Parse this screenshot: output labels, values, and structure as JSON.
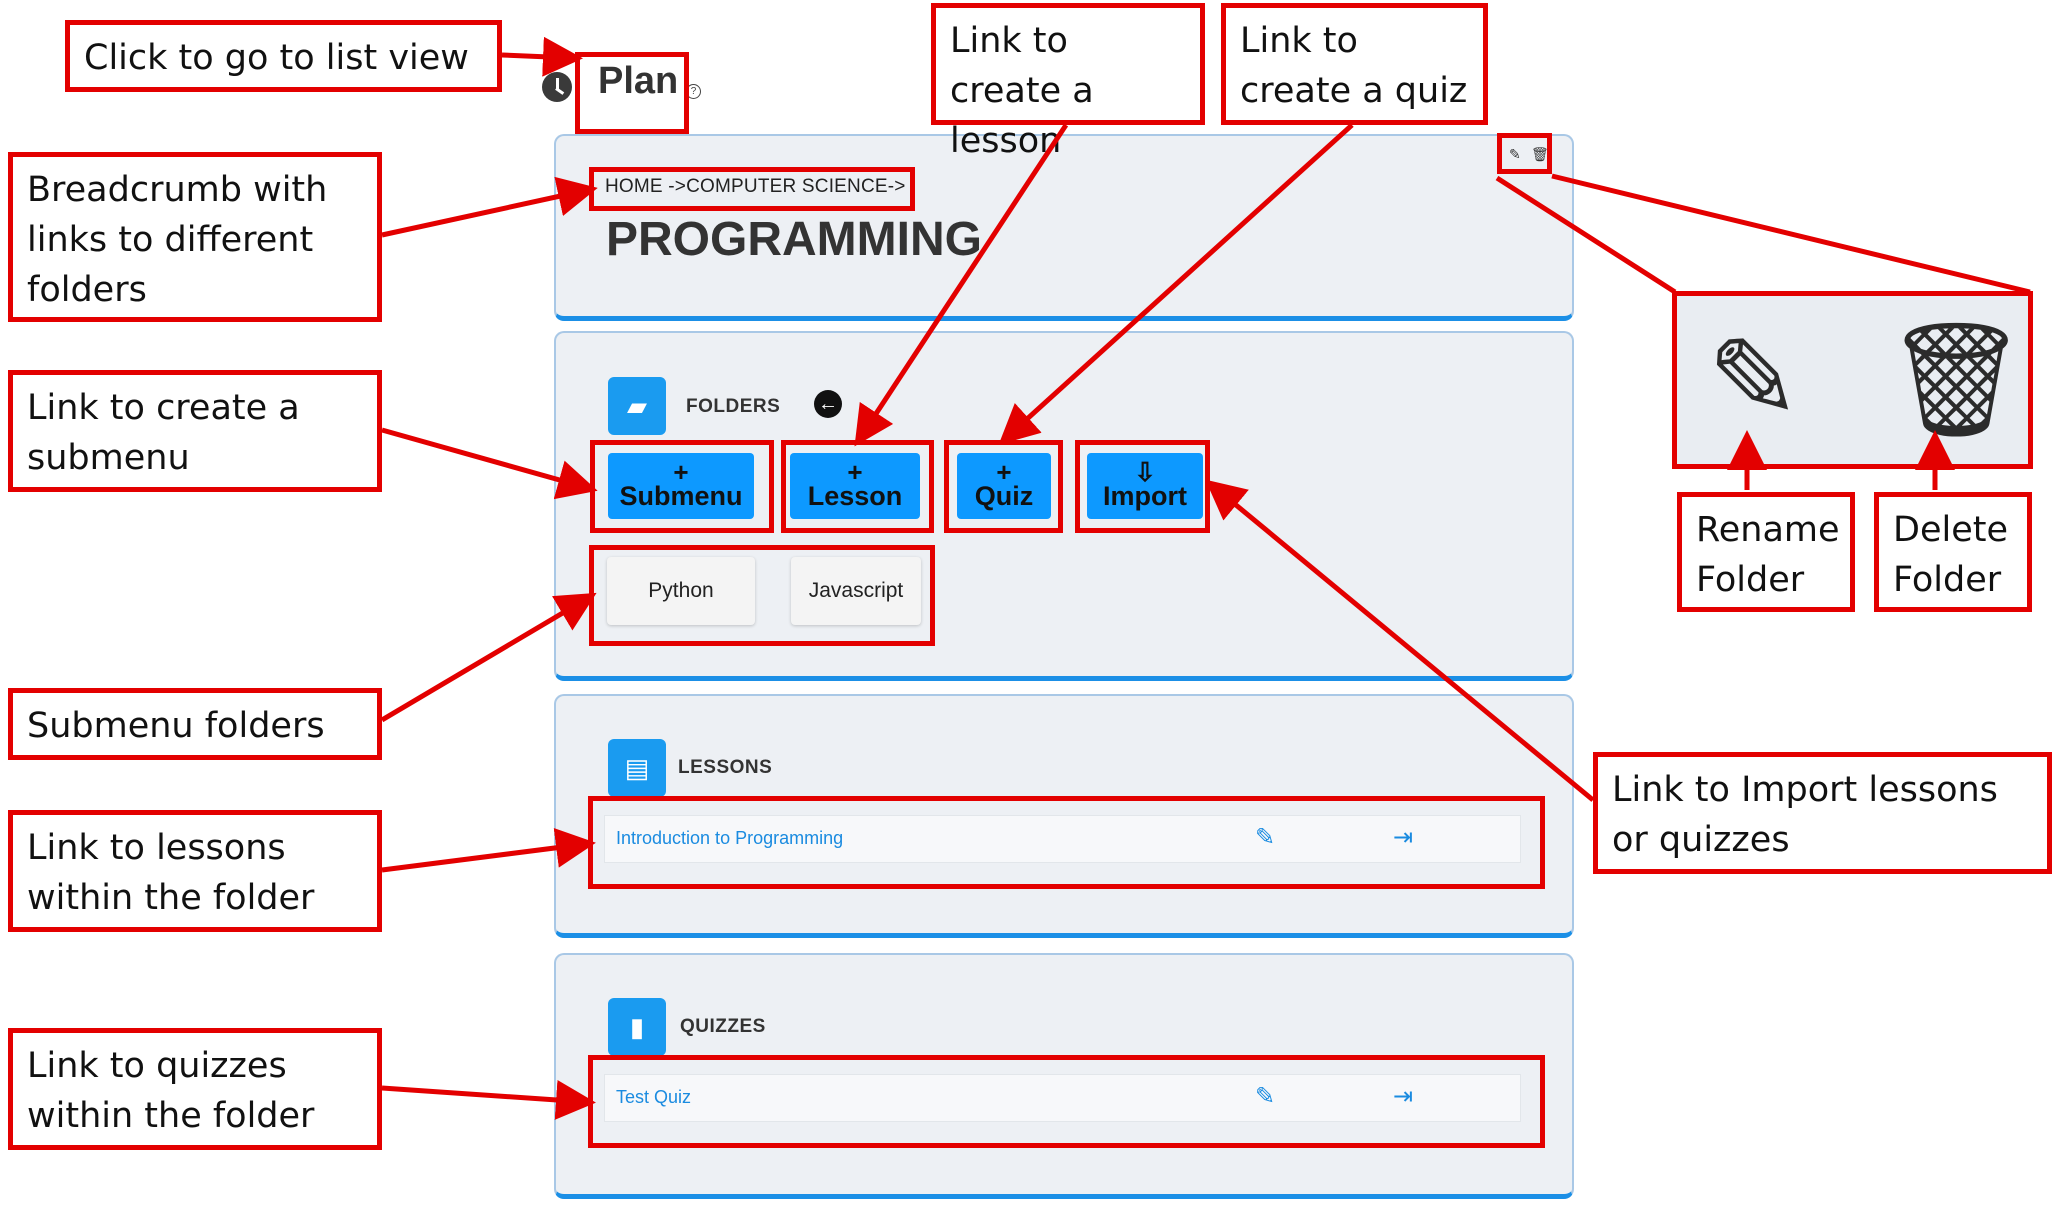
{
  "header": {
    "title": "Plan",
    "help": "?"
  },
  "folder": {
    "breadcrumb": "HOME ->COMPUTER SCIENCE->",
    "title": "PROGRAMMING"
  },
  "folders_section": {
    "label": "FOLDERS",
    "buttons": [
      {
        "plus": "+",
        "label": "Submenu"
      },
      {
        "plus": "+",
        "label": "Lesson"
      },
      {
        "plus": "+",
        "label": "Quiz"
      },
      {
        "plus": "⇩",
        "label": "Import"
      }
    ],
    "subfolders": [
      "Python",
      "Javascript"
    ]
  },
  "lessons_section": {
    "label": "LESSONS",
    "items": [
      {
        "title": "Introduction to Programming"
      }
    ]
  },
  "quizzes_section": {
    "label": "QUIZZES",
    "items": [
      {
        "title": "Test Quiz"
      }
    ]
  },
  "annotations": {
    "list_view": "Click to go to list view",
    "breadcrumb": "Breadcrumb with links to different folders",
    "create_submenu": "Link to create a submenu",
    "submenu_folders": "Submenu folders",
    "lessons_link": "Link to lessons within the folder",
    "quizzes_link": "Link to quizzes within the folder",
    "create_lesson": "Link to create a lesson",
    "create_quiz": "Link to create a quiz",
    "rename_folder": "Rename Folder",
    "delete_folder": "Delete Folder",
    "import": "Link to Import lessons or quizzes"
  },
  "icons": [
    "clock-icon",
    "help-icon",
    "edit-icon",
    "trash-icon",
    "folder-icon",
    "back-arrow-icon",
    "file-icon",
    "bar-chart-icon",
    "export-icon"
  ],
  "colors": {
    "annotation": "#e30000",
    "button": "#0d99ff",
    "link": "#1a8be0",
    "panel": "#edf0f4",
    "panel_border": "#1b8fe6"
  }
}
